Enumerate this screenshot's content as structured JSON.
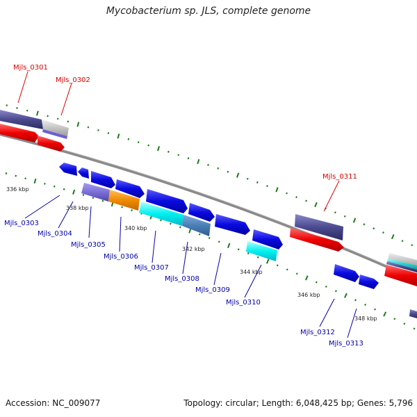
{
  "title": "Mycobacterium sp. JLS, complete genome",
  "footer": {
    "accession": "Accession: NC_009077",
    "summary": "Topology: circular; Length: 6,048,425 bp; Genes: 5,796"
  },
  "kbp_labels": [
    "336 kbp",
    "338 kbp",
    "340 kbp",
    "342 kbp",
    "344 kbp",
    "346 kbp",
    "348 kbp"
  ],
  "gene_labels": {
    "top": [
      "Mjls_0301",
      "Mjls_0302",
      "Mjls_0311"
    ],
    "bottom": [
      "Mjls_0303",
      "Mjls_0304",
      "Mjls_0305",
      "Mjls_0306",
      "Mjls_0307",
      "Mjls_0308",
      "Mjls_0309",
      "Mjls_0310",
      "Mjls_0312",
      "Mjls_0313"
    ]
  },
  "colors": {
    "label_top": "#dd0000",
    "label_bottom": "#0000aa",
    "backbone": "#888888",
    "tick": "#1a7a1a",
    "gene_purple": "#4b4a8f",
    "gene_red": "#ee0000",
    "gene_blue": "#0a0ae0",
    "gene_lavender": "#7b6fd6",
    "gene_orange": "#f08a00",
    "gene_cyan": "#00f0f0",
    "gene_steel": "#4a7fb5",
    "gene_light": "#c4c4c4"
  }
}
